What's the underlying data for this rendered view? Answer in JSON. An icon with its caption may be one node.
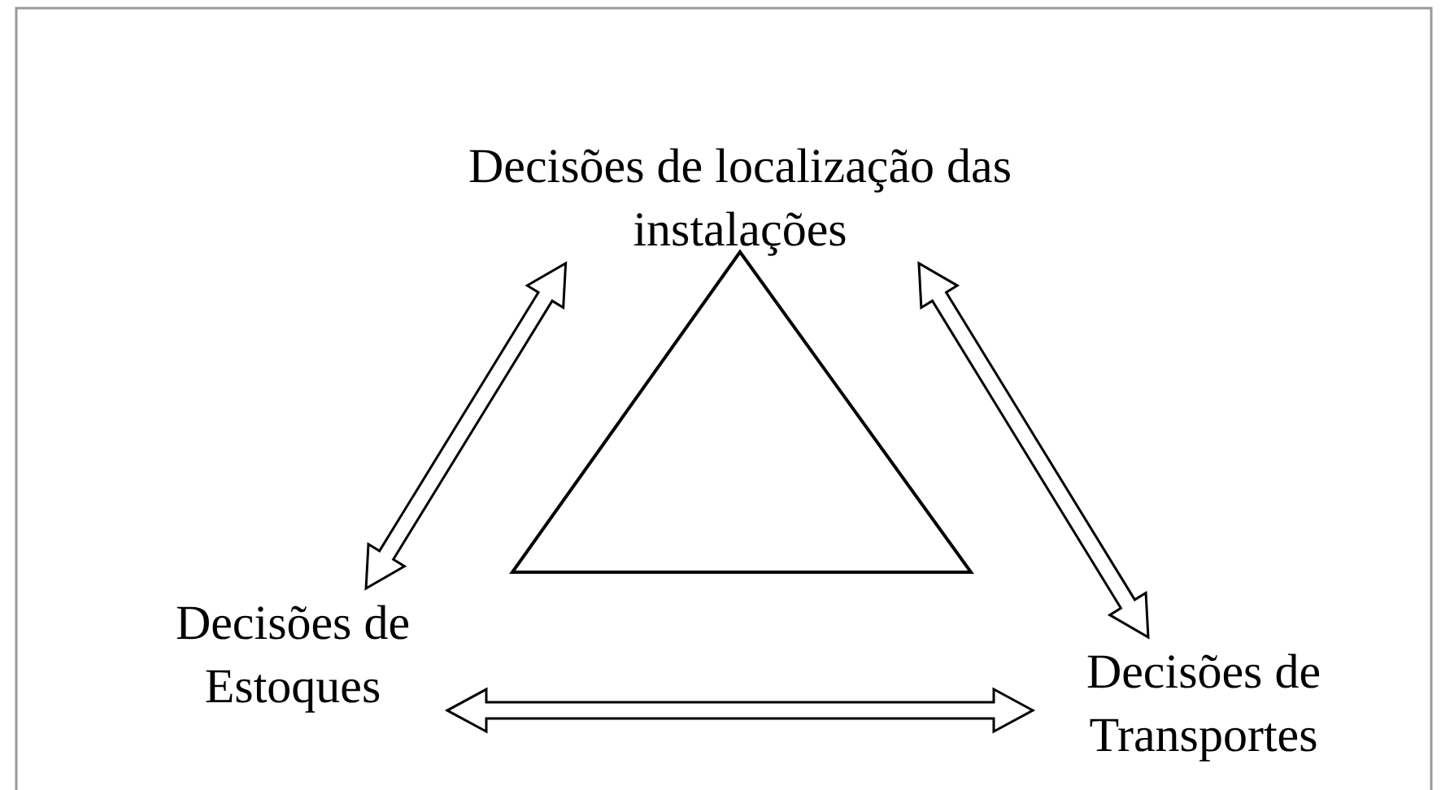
{
  "diagram": {
    "nodes": [
      {
        "text": [
          "Decisões de localização das instalações"
        ]
      },
      {
        "text": [
          "Decisões de Estoques"
        ]
      },
      {
        "text": [
          "Decisões de Transportes"
        ]
      }
    ],
    "edges": [
      {
        "from": 1,
        "to": 0,
        "arrow": "both"
      },
      {
        "from": 0,
        "to": 2,
        "arrow": "both"
      },
      {
        "from": 1,
        "to": 2,
        "arrow": "both"
      }
    ]
  }
}
